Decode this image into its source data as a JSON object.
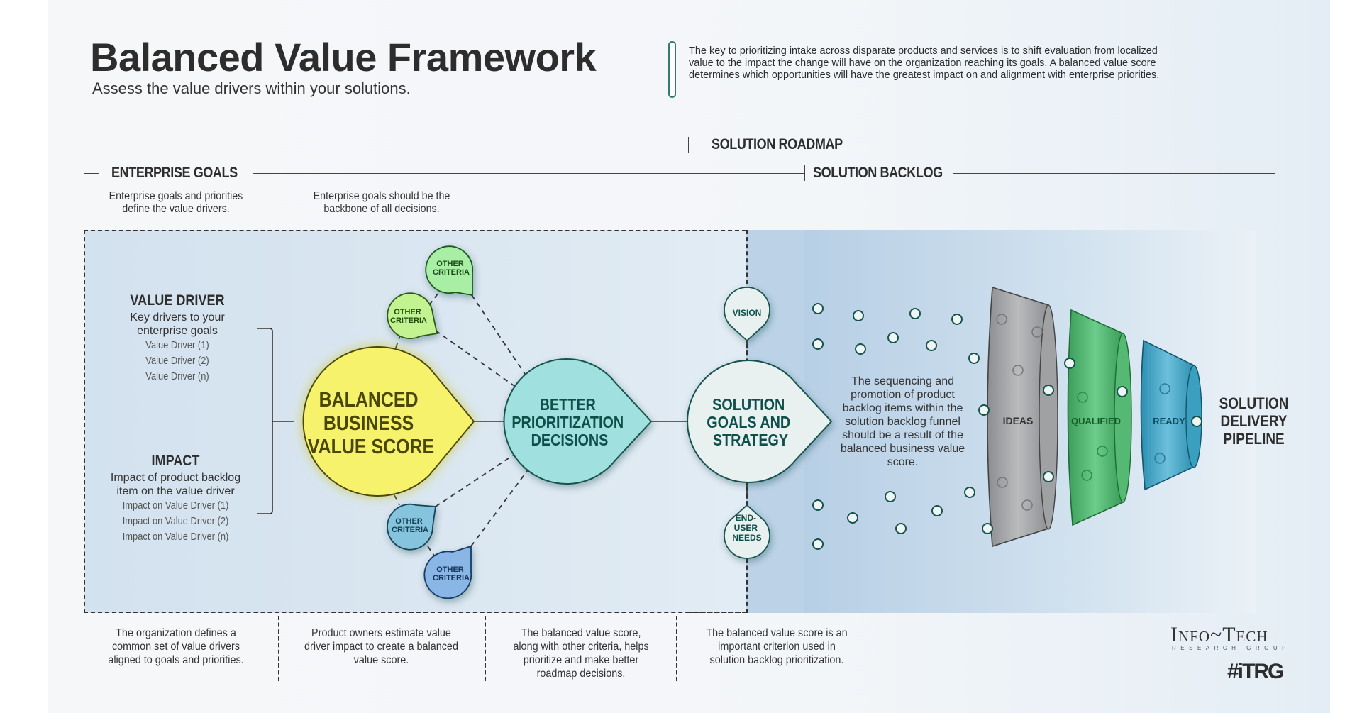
{
  "header": {
    "title": "Balanced Value Framework",
    "subtitle": "Assess the value drivers within your solutions.",
    "intro": "The key to prioritizing intake across disparate products and services is to shift evaluation from localized value to the impact the change will have on the organization reaching its goals. A balanced value score determines which opportunities will have the greatest impact on and alignment with enterprise priorities."
  },
  "sections": {
    "enterprise_goals": "ENTERPRISE GOALS",
    "solution_roadmap": "SOLUTION ROADMAP",
    "solution_backlog": "SOLUTION BACKLOG"
  },
  "notes_top": [
    "Enterprise goals and priorities define the value drivers.",
    "Enterprise goals should be the backbone of all decisions."
  ],
  "value_driver": {
    "title": "VALUE DRIVER",
    "description": "Key drivers to your enterprise goals",
    "items": [
      "Value Driver (1)",
      "Value Driver (2)",
      "Value Driver (n)"
    ]
  },
  "impact": {
    "title": "IMPACT",
    "description": "Impact of product backlog item on the value driver",
    "items": [
      "Impact on Value Driver (1)",
      "Impact on Value Driver (2)",
      "Impact on Value Driver (n)"
    ]
  },
  "nodes": {
    "balanced_score": [
      "BALANCED",
      "BUSINESS",
      "VALUE SCORE"
    ],
    "better_prioritization": [
      "BETTER",
      "PRIORITIZATION",
      "DECISIONS"
    ],
    "solution_goals": [
      "SOLUTION",
      "GOALS AND",
      "STRATEGY"
    ],
    "other_criteria": [
      "OTHER",
      "CRITERIA"
    ],
    "vision": "VISION",
    "end_user_needs": [
      "END-",
      "USER",
      "NEEDS"
    ]
  },
  "funnel": {
    "description": "The sequencing and promotion of product backlog items within the solution backlog funnel should be a result of the balanced business value score.",
    "stages": [
      "IDEAS",
      "QUALIFIED",
      "READY"
    ],
    "output": [
      "SOLUTION",
      "DELIVERY",
      "PIPELINE"
    ]
  },
  "notes_bottom": [
    "The organization defines a common set of value drivers aligned to goals and priorities.",
    "Product owners estimate value driver impact to create a balanced value score.",
    "The balanced value score, along with other criteria, helps prioritize and make better roadmap decisions.",
    "The balanced value score is an important criterion used in solution backlog prioritization."
  ],
  "logo": {
    "name": "Info~Tech",
    "tagline": "RESEARCH GROUP",
    "hashtag": "#iTRG"
  },
  "colors": {
    "yellow_node": "#f6f06a",
    "teal_node": "#9fe0de",
    "light_node": "#e9f1f1",
    "green_criteria": "#b5f08a",
    "blue_criteria": "#86c3dc",
    "dark_teal": "#0f4f4a",
    "ideas_gray": "#9a9c9e",
    "qualified_green": "#3fa860",
    "ready_blue": "#3f9fc1"
  }
}
